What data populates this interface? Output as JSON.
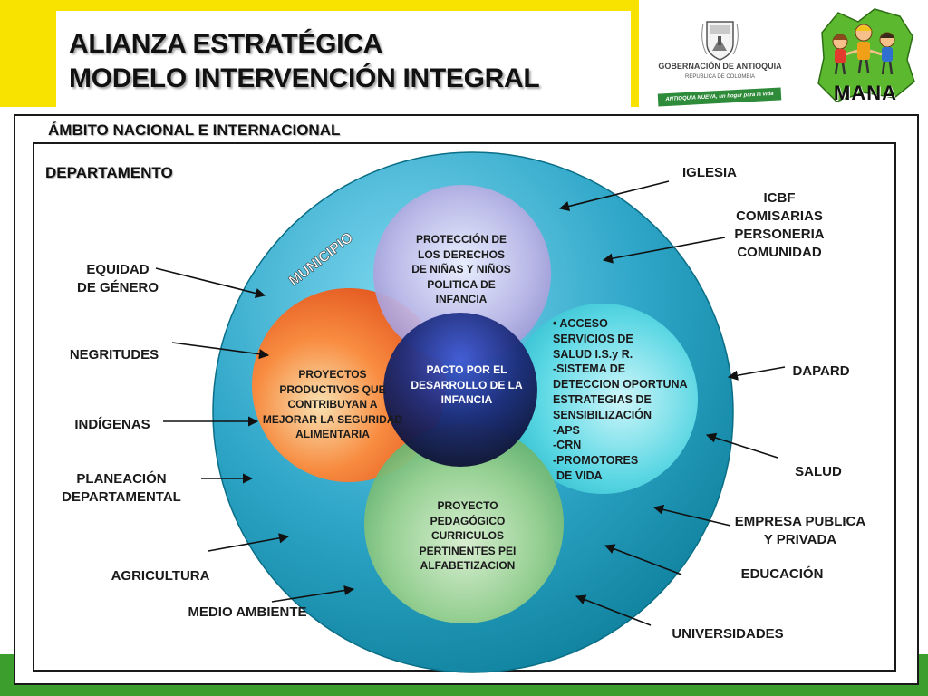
{
  "header": {
    "title_line1": "ALIANZA ESTRATÉGICA",
    "title_line2": "MODELO INTERVENCIÓN INTEGRAL"
  },
  "logos": {
    "government_name": "GOBERNACIÓN DE ANTIOQUIA",
    "government_sub": "REPUBLICA DE COLOMBIA",
    "government_slogan": "ANTIOQUIA NUEVA, un hogar para la vida",
    "mana_text": "MANA"
  },
  "scope": {
    "national": "ÁMBITO NACIONAL E INTERNACIONAL",
    "department": "DEPARTAMENTO",
    "municipality": "MUNICIPIO"
  },
  "center": {
    "line1": "PACTO POR EL",
    "line2": "DESARROLLO DE LA",
    "line3": "INFANCIA"
  },
  "circles": {
    "top": [
      "PROTECCIÓN DE",
      "LOS DERECHOS",
      "DE NIÑAS Y NIÑOS",
      "POLITICA DE",
      "INFANCIA"
    ],
    "left": [
      "PROYECTOS",
      "PRODUCTIVOS  QUE",
      "CONTRIBUYAN A",
      "MEJORAR LA SEGURIDAD",
      "ALIMENTARIA"
    ],
    "bottom": [
      "PROYECTO",
      "PEDAGÓGICO",
      "CURRICULOS",
      "PERTINENTES PEI",
      "ALFABETIZACION"
    ],
    "right": [
      "• ACCESO",
      "SERVICIOS DE",
      "SALUD I.S.y R.",
      "-SISTEMA DE",
      "DETECCION OPORTUNA",
      "ESTRATEGIAS DE",
      "SENSIBILIZACIÓN",
      "-APS",
      "-CRN",
      "-PROMOTORES",
      "DE VIDA"
    ]
  },
  "actors_left": {
    "equidad_1": "EQUIDAD",
    "equidad_2": "DE GÉNERO",
    "negritudes": "NEGRITUDES",
    "indigenas": "INDÍGENAS",
    "planeacion_1": "PLANEACIÓN",
    "planeacion_2": "DEPARTAMENTAL",
    "agricultura": "AGRICULTURA",
    "medio_ambiente": "MEDIO AMBIENTE"
  },
  "actors_right": {
    "iglesia": "IGLESIA",
    "icbf": "ICBF",
    "comisarias": "COMISARIAS",
    "personeria": "PERSONERIA",
    "comunidad": "COMUNIDAD",
    "dapard": "DAPARD",
    "salud": "SALUD",
    "empresa_1": "EMPRESA PUBLICA",
    "empresa_2": "Y PRIVADA",
    "educacion": "EDUCACIÓN",
    "universidades": "UNIVERSIDADES"
  },
  "colors": {
    "yellow": "#f7e200",
    "green_band": "#3c9e2c",
    "big_circle": "#2fa6c8",
    "center": "#1c2a78",
    "orange": "#f06a20",
    "cyan": "#48d0dc",
    "green": "#7fc07a",
    "lavender": "#a79fd6"
  }
}
